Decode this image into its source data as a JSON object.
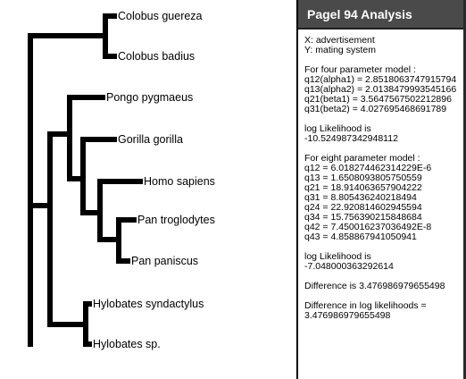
{
  "tree": {
    "taxa": [
      "Colobus guereza",
      "Colobus badius",
      "Pongo pygmaeus",
      "Gorilla gorilla",
      "Homo sapiens",
      "Pan troglodytes",
      "Pan paniscus",
      "Hylobates syndactylus",
      "Hylobates sp."
    ]
  },
  "panel": {
    "title": "Pagel 94 Analysis",
    "x_var": "X: advertisement",
    "y_var": "Y: mating system",
    "four_header": "For four parameter model :",
    "four_params": [
      "q12(alpha1) = 2.8518063747915794",
      "q13(alpha2) = 2.0138479993545166",
      "q21(beta1) = 3.5647567502212896",
      "q31(beta2) = 4.027695468691789"
    ],
    "loglik_label_1": "log Likelihood is",
    "loglik_value_1": "-10.524987342948112",
    "eight_header": "For eight parameter model :",
    "eight_params": [
      "q12 = 6.018274462314229E-6",
      "q13 = 1.6508093805750559",
      "q21 = 18.914063657904222",
      "q31 = 8.805436240218494",
      "q24 = 22.920814602945594",
      "q34 = 15.756390215848684",
      "q42 = 7.450016237036492E-8",
      "q43 = 4.858867941050941"
    ],
    "loglik_label_2": "log Likelihood is",
    "loglik_value_2": "-7.048000363292614",
    "difference": "Difference is 3.476986979655498",
    "diff_loglik_label": "Difference in log likelihoods =",
    "diff_loglik_value": "3.476986979655498"
  }
}
